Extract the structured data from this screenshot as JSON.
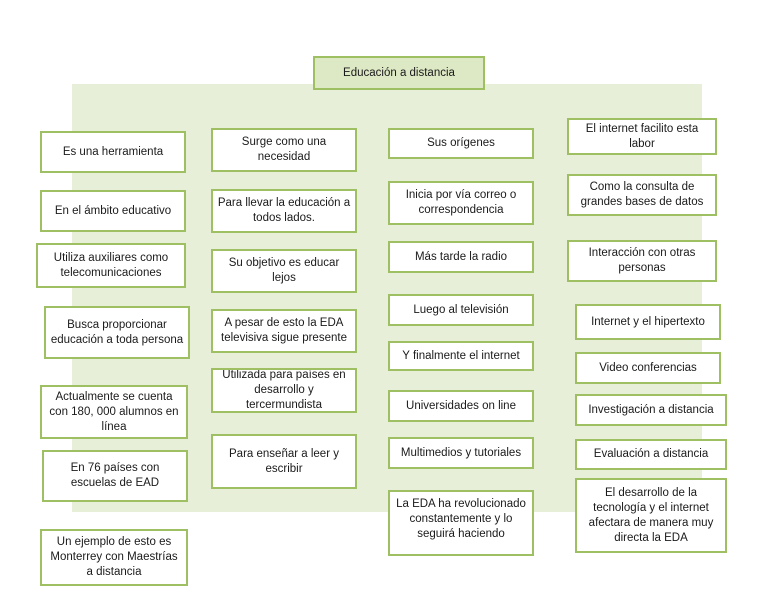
{
  "page": {
    "background_color": "#ffffff",
    "panel_color": "#e8efd9",
    "node_border_color": "#9fbf63",
    "node_fill_color": "#ffffff",
    "title_fill_color": "#dde8c4",
    "text_color": "#1a1a1a"
  },
  "title": {
    "label": "Educación a distancia"
  },
  "columns": [
    {
      "name": "column-1",
      "nodes": [
        {
          "label": "Es una herramienta"
        },
        {
          "label": "En el ámbito educativo"
        },
        {
          "label": "Utiliza auxiliares como telecomunicaciones"
        },
        {
          "label": "Busca proporcionar educación a toda persona"
        },
        {
          "label": "Actualmente se cuenta con  180, 000  alumnos en línea"
        },
        {
          "label": "En 76  países con escuelas de EAD"
        },
        {
          "label": "Un ejemplo de esto es Monterrey con Maestrías a distancia"
        }
      ]
    },
    {
      "name": "column-2",
      "nodes": [
        {
          "label": "Surge como una necesidad"
        },
        {
          "label": "Para llevar la educación a todos lados."
        },
        {
          "label": "Su objetivo es educar lejos"
        },
        {
          "label": "A pesar de esto la EDA televisiva sigue presente"
        },
        {
          "label": "Utilizada para países en desarrollo y tercermundista"
        },
        {
          "label": "Para enseñar a leer y escribir"
        }
      ]
    },
    {
      "name": "column-3",
      "nodes": [
        {
          "label": "Sus orígenes"
        },
        {
          "label": "Inicia por vía correo o correspondencia"
        },
        {
          "label": "Más tarde la radio"
        },
        {
          "label": "Luego al televisión"
        },
        {
          "label": "Y finalmente el internet"
        },
        {
          "label": "Universidades on line"
        },
        {
          "label": "Multimedios  y tutoriales"
        },
        {
          "label": "La EDA ha revolucionado constantemente y lo seguirá haciendo"
        }
      ]
    },
    {
      "name": "column-4",
      "nodes": [
        {
          "label": "El internet facilito esta labor"
        },
        {
          "label": "Como la consulta de grandes bases de datos"
        },
        {
          "label": "Interacción con otras personas"
        },
        {
          "label": "Internet y el hipertexto"
        },
        {
          "label": "Video conferencias"
        },
        {
          "label": "Investigación a distancia"
        },
        {
          "label": "Evaluación a distancia"
        },
        {
          "label": "El desarrollo de la tecnología y el internet afectara de manera muy directa la EDA"
        }
      ]
    }
  ]
}
